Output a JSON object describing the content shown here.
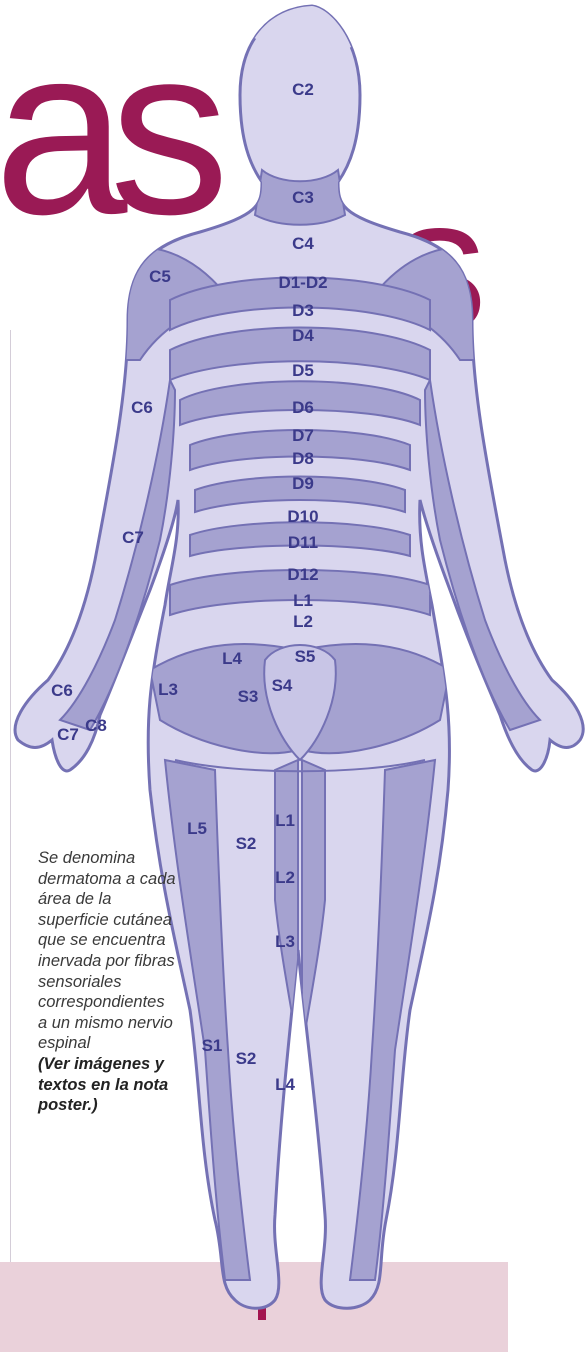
{
  "title_fragments": [
    "as",
    "s"
  ],
  "caption": {
    "text": "Se denomina dermatoma a cada área de la superficie cutánea que se encuentra inervada por fibras sensoriales correspondientes a un mismo nervio espinal",
    "note": "(Ver imágenes y textos en la nota poster.)"
  },
  "dermatome_labels": [
    "C2",
    "C3",
    "C4",
    "C5",
    "D1-D2",
    "D3",
    "D4",
    "D5",
    "C6",
    "D6",
    "D7",
    "D8",
    "D9",
    "C7",
    "D10",
    "D11",
    "D12",
    "L1",
    "L2",
    "L4",
    "S5",
    "C6",
    "L3",
    "S3",
    "S4",
    "C7",
    "C8",
    "L1",
    "L5",
    "S2",
    "L2",
    "L3",
    "S1",
    "S2",
    "L4"
  ],
  "colors": {
    "title": "#9a1a55",
    "body_light": "#d9d6ee",
    "body_dark": "#a5a2d0",
    "outline": "#7471b4",
    "label": "#3b3a8a",
    "footer": "#ead1da"
  }
}
